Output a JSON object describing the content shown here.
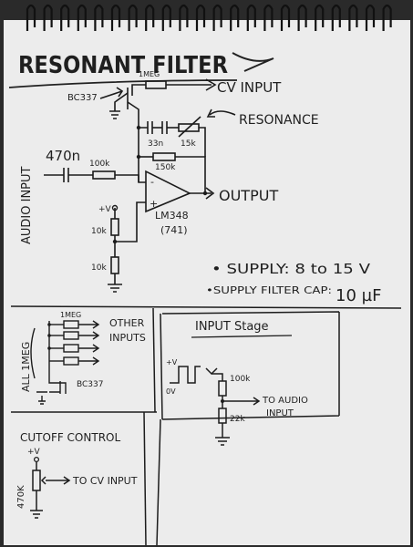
{
  "title": "RESONANT FILTER",
  "labels": {
    "r_1meg_top": "1MEG",
    "cv_input": "CV INPUT",
    "bc337": "BC337",
    "resonance": "RESONANCE",
    "c_33n": "33n",
    "pot_15k": "15k",
    "r_150k": "150k",
    "c_470n": "470n",
    "r_100k": "100k",
    "audio_input": "AUDIO INPUT",
    "output": "OUTPUT",
    "plus_v": "+V",
    "r_10k_a": "10k",
    "r_10k_b": "10k",
    "opamp": "LM348",
    "opamp_alt": "(741)",
    "minus": "-",
    "plus": "+",
    "supply": "• SUPPLY: 8 to 15 V",
    "supply_cap_label": "•SUPPLY FILTER CAP:",
    "supply_cap_value": "10 µF"
  },
  "inputs_panel": {
    "r_label": "1MEG",
    "side_label": "ALL 1MEG",
    "other": "OTHER",
    "inputs": "INPUTS",
    "transistor": "BC337"
  },
  "input_stage": {
    "title": "INPUT Stage",
    "plus_v": "+V",
    "zero_v": "0V",
    "r_top": "100k",
    "r_bottom": "22k",
    "to_audio": "TO AUDIO",
    "input": "INPUT"
  },
  "cutoff": {
    "title": "CUTOFF CONTROL",
    "plus_v": "+V",
    "pot": "470K",
    "to_cv": "TO CV INPUT"
  }
}
